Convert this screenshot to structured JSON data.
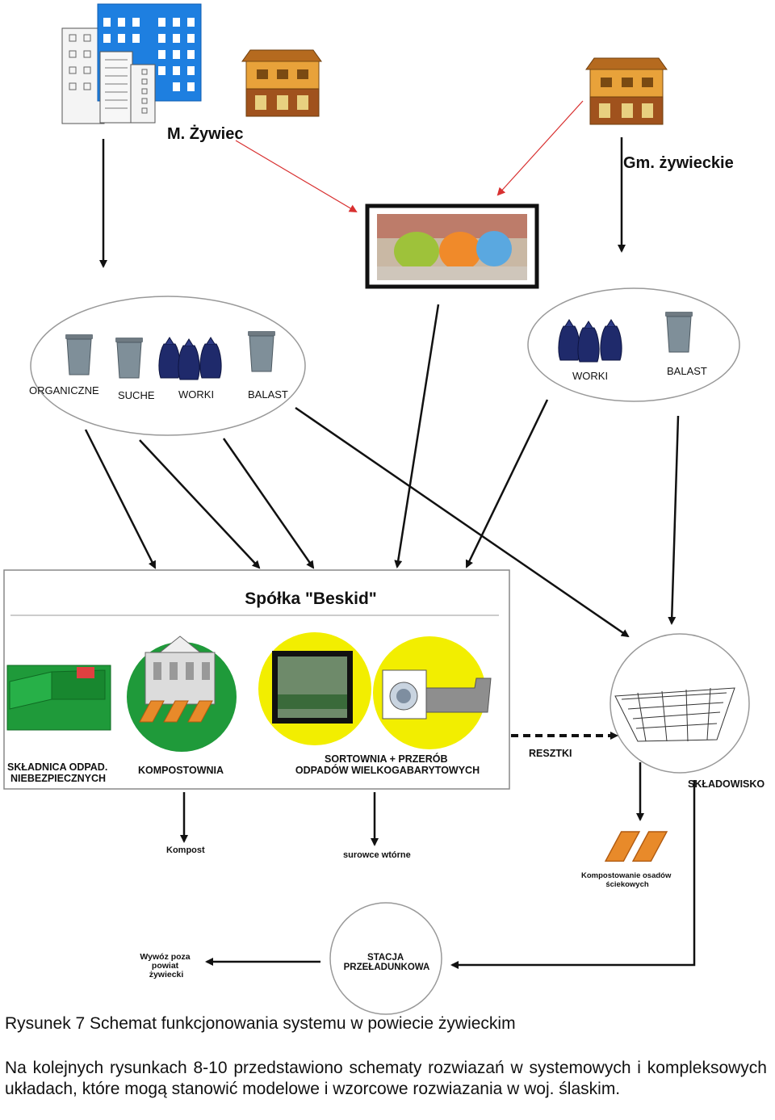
{
  "sources": {
    "city": "M. Żywiec",
    "communes": "Gm. żywieckie"
  },
  "city_bins": {
    "items": [
      "ORGANICZNE",
      "SUCHE",
      "WORKI",
      "BALAST"
    ]
  },
  "commune_bins": {
    "items": [
      "WORKI",
      "BALAST"
    ]
  },
  "company": {
    "title": "Spółka \"Beskid\"",
    "facilities": [
      "SKŁADNICA ODPAD. NIEBEZPIECZNYCH",
      "KOMPOSTOWNIA",
      "SORTOWNIA + PRZERÓB ODPADÓW WIELKOGABARYTOWYCH"
    ]
  },
  "flows": {
    "residues": "RESZTKI",
    "landfill": "SKŁADOWISKO",
    "compost": "Kompost",
    "recyclables": "surowce wtórne",
    "sludge_composting": "Kompostowanie osadów ściekowych",
    "transfer_station": "STACJA PRZEŁADUNKOWA",
    "export": "Wywóz poza powiat żywiecki"
  },
  "caption": "Rysunek 7 Schemat funkcjonowania systemu w powiecie żywieckim",
  "paragraph": "Na kolejnych rysunkach 8-10 przedstawiono schematy rozwiazań w systemowych i kompleksowych układach, które mogą stanowić modelowe i wzorcowe rozwiazania w woj. ślaskim.",
  "colors": {
    "building_blue": "#1e7fe0",
    "house_orange": "#e8a23a",
    "bin_gray": "#7f8f99",
    "bag_navy": "#1f2a6b",
    "compost_green": "#1f9a3a",
    "sort_yellow": "#f2ee00",
    "pile_orange": "#e88a2a",
    "arrow_red": "#d83030"
  }
}
